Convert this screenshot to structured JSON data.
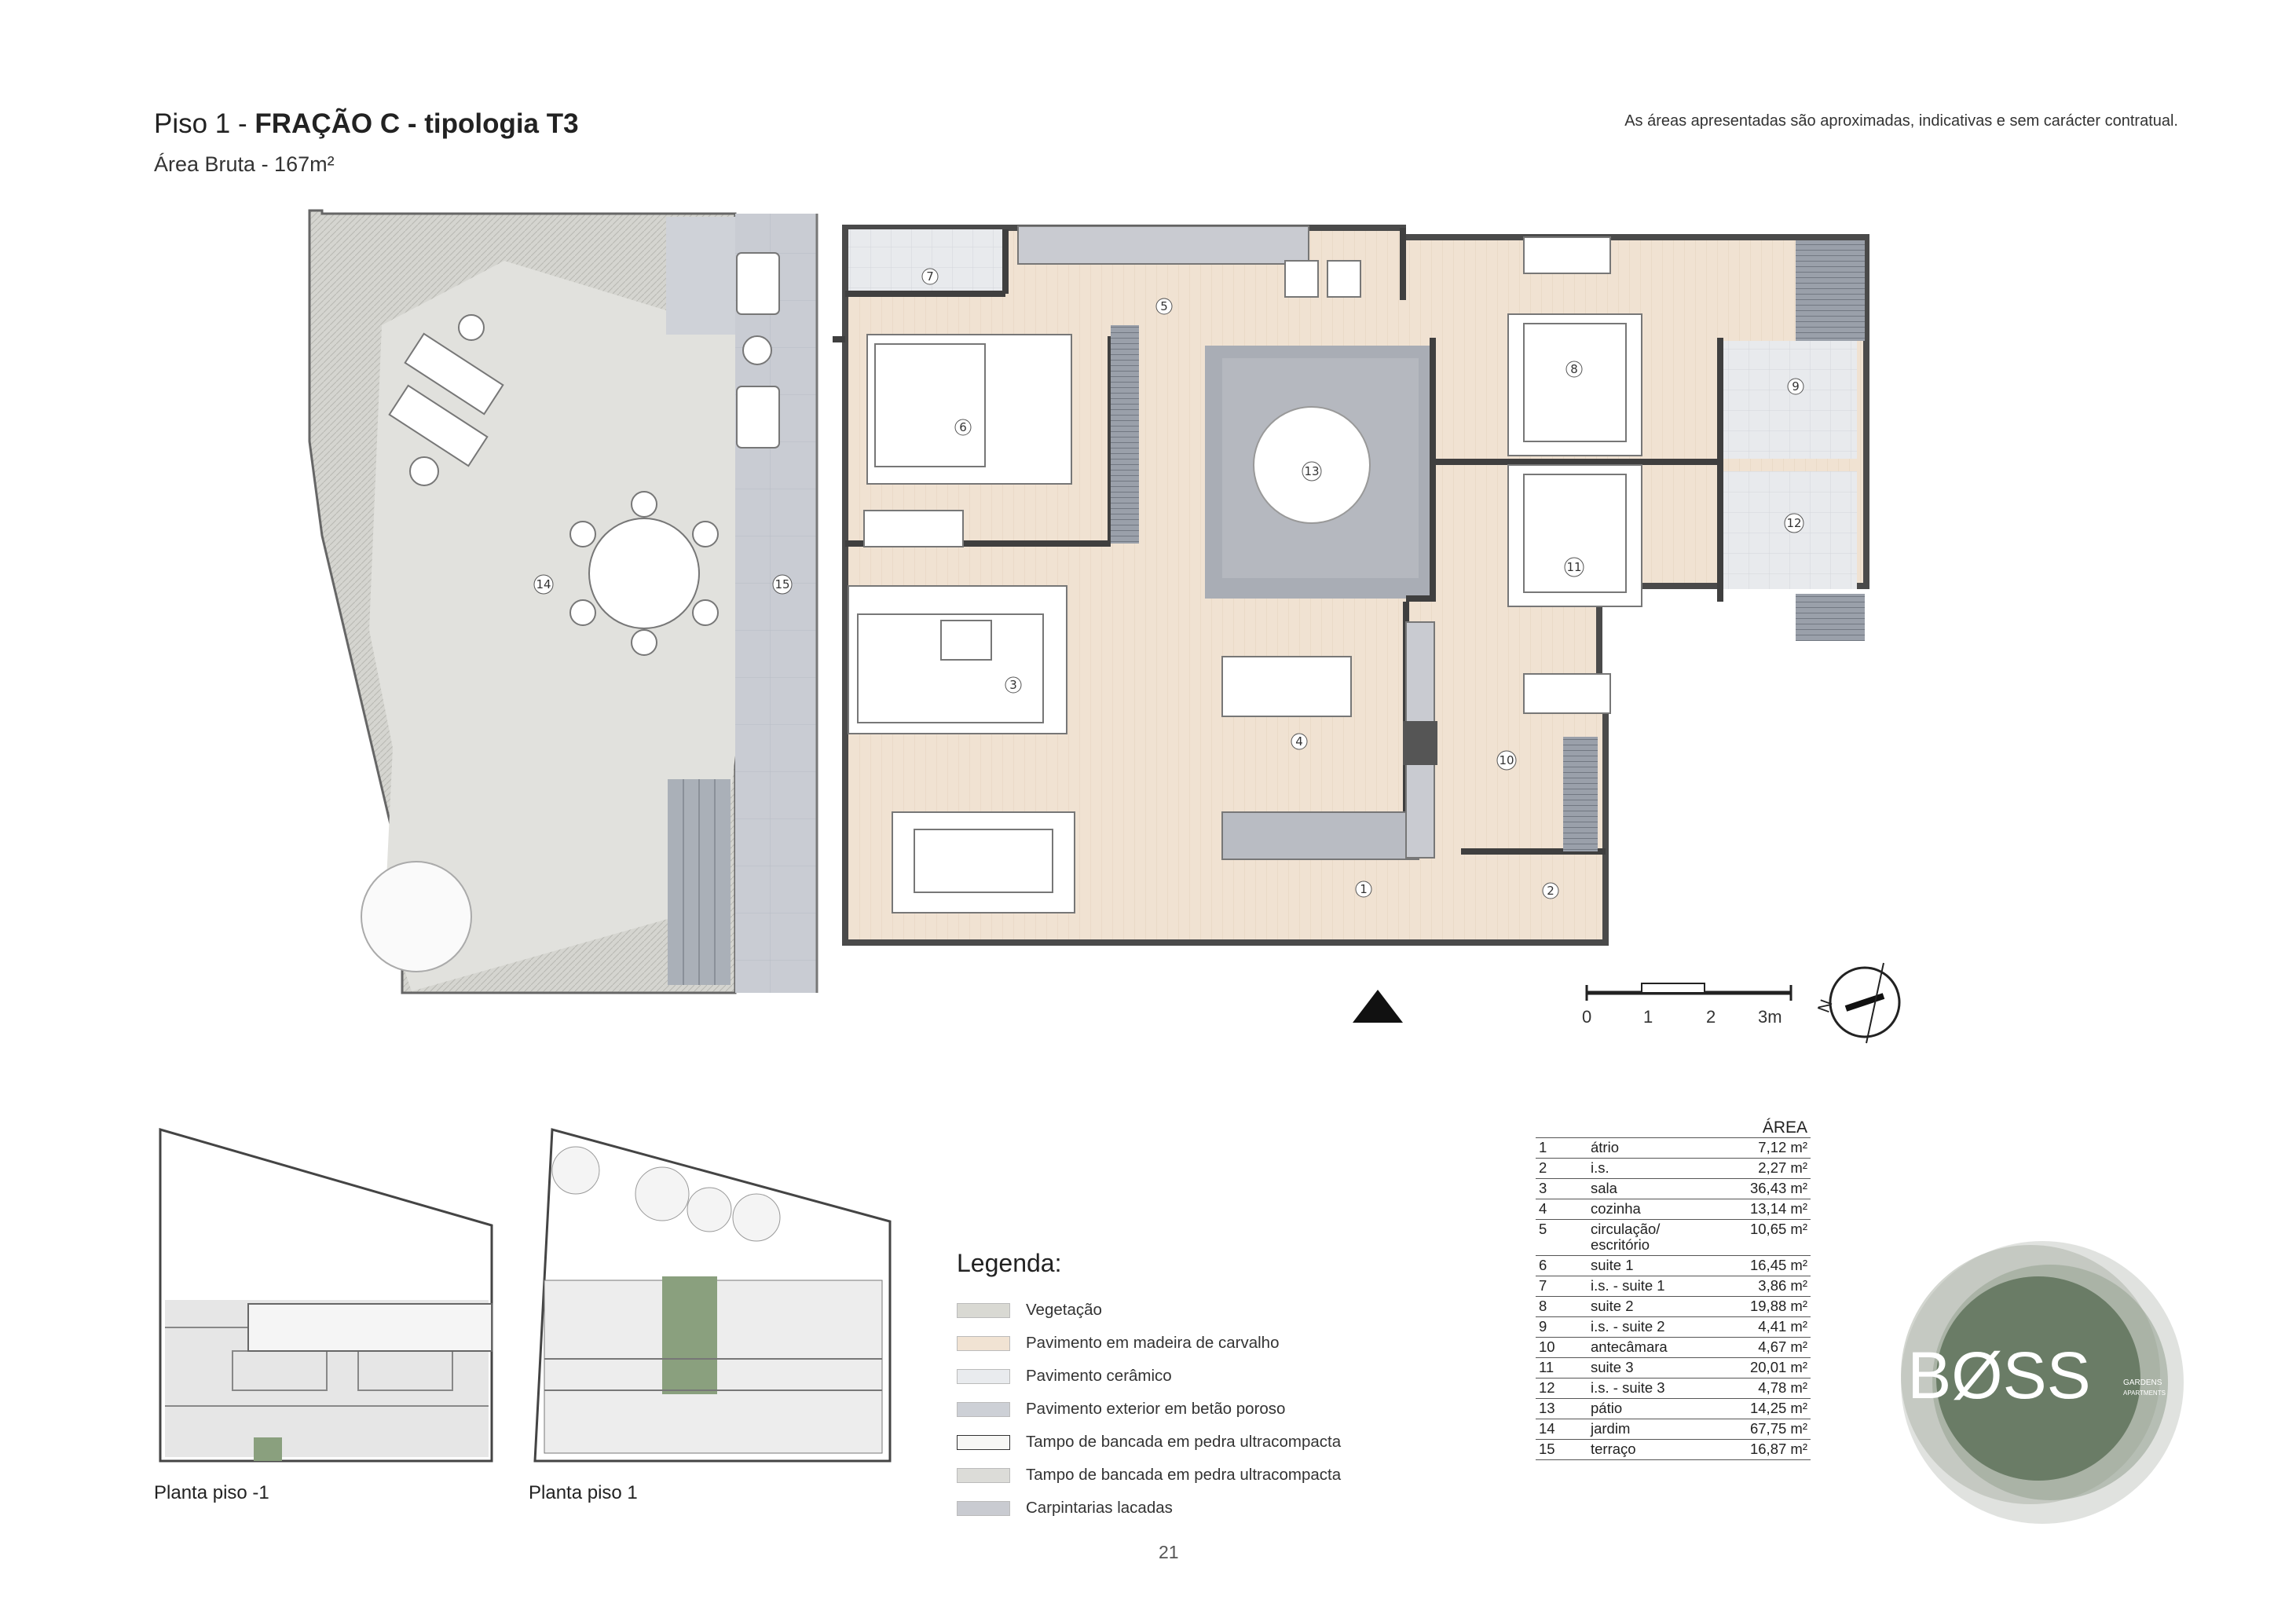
{
  "header": {
    "title_prefix": "Piso 1 - ",
    "title_bold": "FRAÇÃO C - tipologia T3",
    "subtitle": "Área Bruta - 167m²",
    "disclaimer": "As áreas apresentadas são aproximadas, indicativas e sem carácter contratual."
  },
  "plan": {
    "room_numbers": [
      "1",
      "2",
      "3",
      "4",
      "5",
      "6",
      "7",
      "8",
      "9",
      "10",
      "11",
      "12",
      "13",
      "14",
      "15"
    ],
    "scale_labels": [
      "0",
      "1",
      "2",
      "3m"
    ],
    "north_label": "N"
  },
  "legend": {
    "title": "Legenda:",
    "items": [
      {
        "label": "Vegetação",
        "color": "#d9d9d3"
      },
      {
        "label": "Pavimento em madeira de carvalho",
        "color": "#f1e3d3"
      },
      {
        "label": "Pavimento cerâmico",
        "color": "#e9ebee"
      },
      {
        "label": "Pavimento exterior em betão poroso",
        "color": "#cdd0d6"
      },
      {
        "label": "Tampo de bancada em pedra ultracompacta",
        "color": "#f7f7f5"
      },
      {
        "label": "Tampo de bancada em pedra ultracompacta",
        "color": "#dcdcd8"
      },
      {
        "label": "Carpintarias lacadas",
        "color": "#c9cbd1"
      }
    ]
  },
  "areas": {
    "header": "ÁREA",
    "rows": [
      {
        "n": "1",
        "name": "átrio",
        "area": "7,12 m²"
      },
      {
        "n": "2",
        "name": "i.s.",
        "area": "2,27 m²"
      },
      {
        "n": "3",
        "name": "sala",
        "area": "36,43 m²"
      },
      {
        "n": "4",
        "name": "cozinha",
        "area": "13,14 m²"
      },
      {
        "n": "5",
        "name": "circulação/ escritório",
        "area": "10,65 m²"
      },
      {
        "n": "6",
        "name": "suite 1",
        "area": "16,45 m²"
      },
      {
        "n": "7",
        "name": "i.s. - suite 1",
        "area": "3,86 m²"
      },
      {
        "n": "8",
        "name": "suite 2",
        "area": "19,88 m²"
      },
      {
        "n": "9",
        "name": "i.s. - suite 2",
        "area": "4,41 m²"
      },
      {
        "n": "10",
        "name": "antecâmara",
        "area": "4,67 m²"
      },
      {
        "n": "11",
        "name": "suite 3",
        "area": "20,01 m²"
      },
      {
        "n": "12",
        "name": "i.s. - suite 3",
        "area": "4,78 m²"
      },
      {
        "n": "13",
        "name": "pátio",
        "area": "14,25 m²"
      },
      {
        "n": "14",
        "name": "jardim",
        "area": "67,75 m²"
      },
      {
        "n": "15",
        "name": "terraço",
        "area": "16,87 m²"
      }
    ]
  },
  "key_plans": {
    "caption_1": "Planta piso -1",
    "caption_2": "Planta piso 1"
  },
  "logo": {
    "text": "BØSS",
    "tagline_1": "GARDENS",
    "tagline_2": "APARTMENTS"
  },
  "page_number": "21"
}
